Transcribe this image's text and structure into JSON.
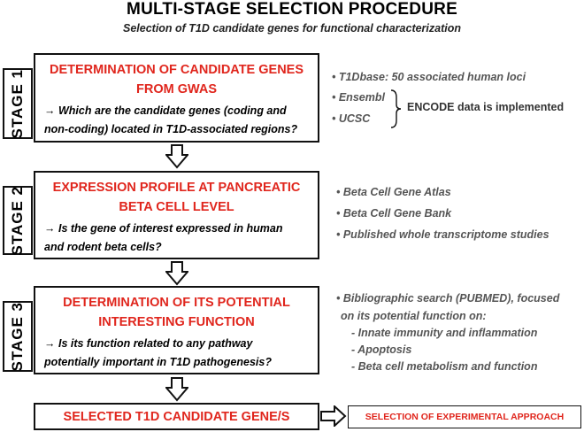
{
  "title": "MULTI-STAGE SELECTION PROCEDURE",
  "subtitle": "Selection of T1D candidate genes for functional characterization",
  "stages": [
    {
      "label": "STAGE 1",
      "title_lines": [
        "DETERMINATION OF CANDIDATE GENES",
        "FROM GWAS"
      ],
      "question_lines": [
        "→ Which are the candidate genes (coding and",
        "non-coding) located in T1D-associated regions?"
      ],
      "resources": [
        "• T1Dbase: 50 associated human loci",
        "• Ensembl",
        "• UCSC"
      ],
      "resource_note": "ENCODE data is implemented"
    },
    {
      "label": "STAGE 2",
      "title_lines": [
        "EXPRESSION PROFILE AT PANCREATIC",
        "BETA CELL LEVEL"
      ],
      "question_lines": [
        "→ Is the gene of interest expressed in human",
        "and rodent beta cells?"
      ],
      "resources": [
        "• Beta Cell Gene Atlas",
        "• Beta Cell Gene Bank",
        "• Published whole transcriptome studies"
      ]
    },
    {
      "label": "STAGE 3",
      "title_lines": [
        "DETERMINATION OF ITS POTENTIAL",
        "INTERESTING FUNCTION"
      ],
      "question_lines": [
        "→  Is its function related to any pathway",
        "potentially important in T1D pathogenesis?"
      ],
      "resources": [
        "• Bibliographic search (PUBMED), focused",
        "on its potential function on:",
        "- Innate immunity and inflammation",
        "- Apoptosis",
        "- Beta cell metabolism and function"
      ]
    }
  ],
  "final": "SELECTED T1D CANDIDATE GENE/S",
  "approach": "SELECTION OF EXPERIMENTAL APPROACH"
}
